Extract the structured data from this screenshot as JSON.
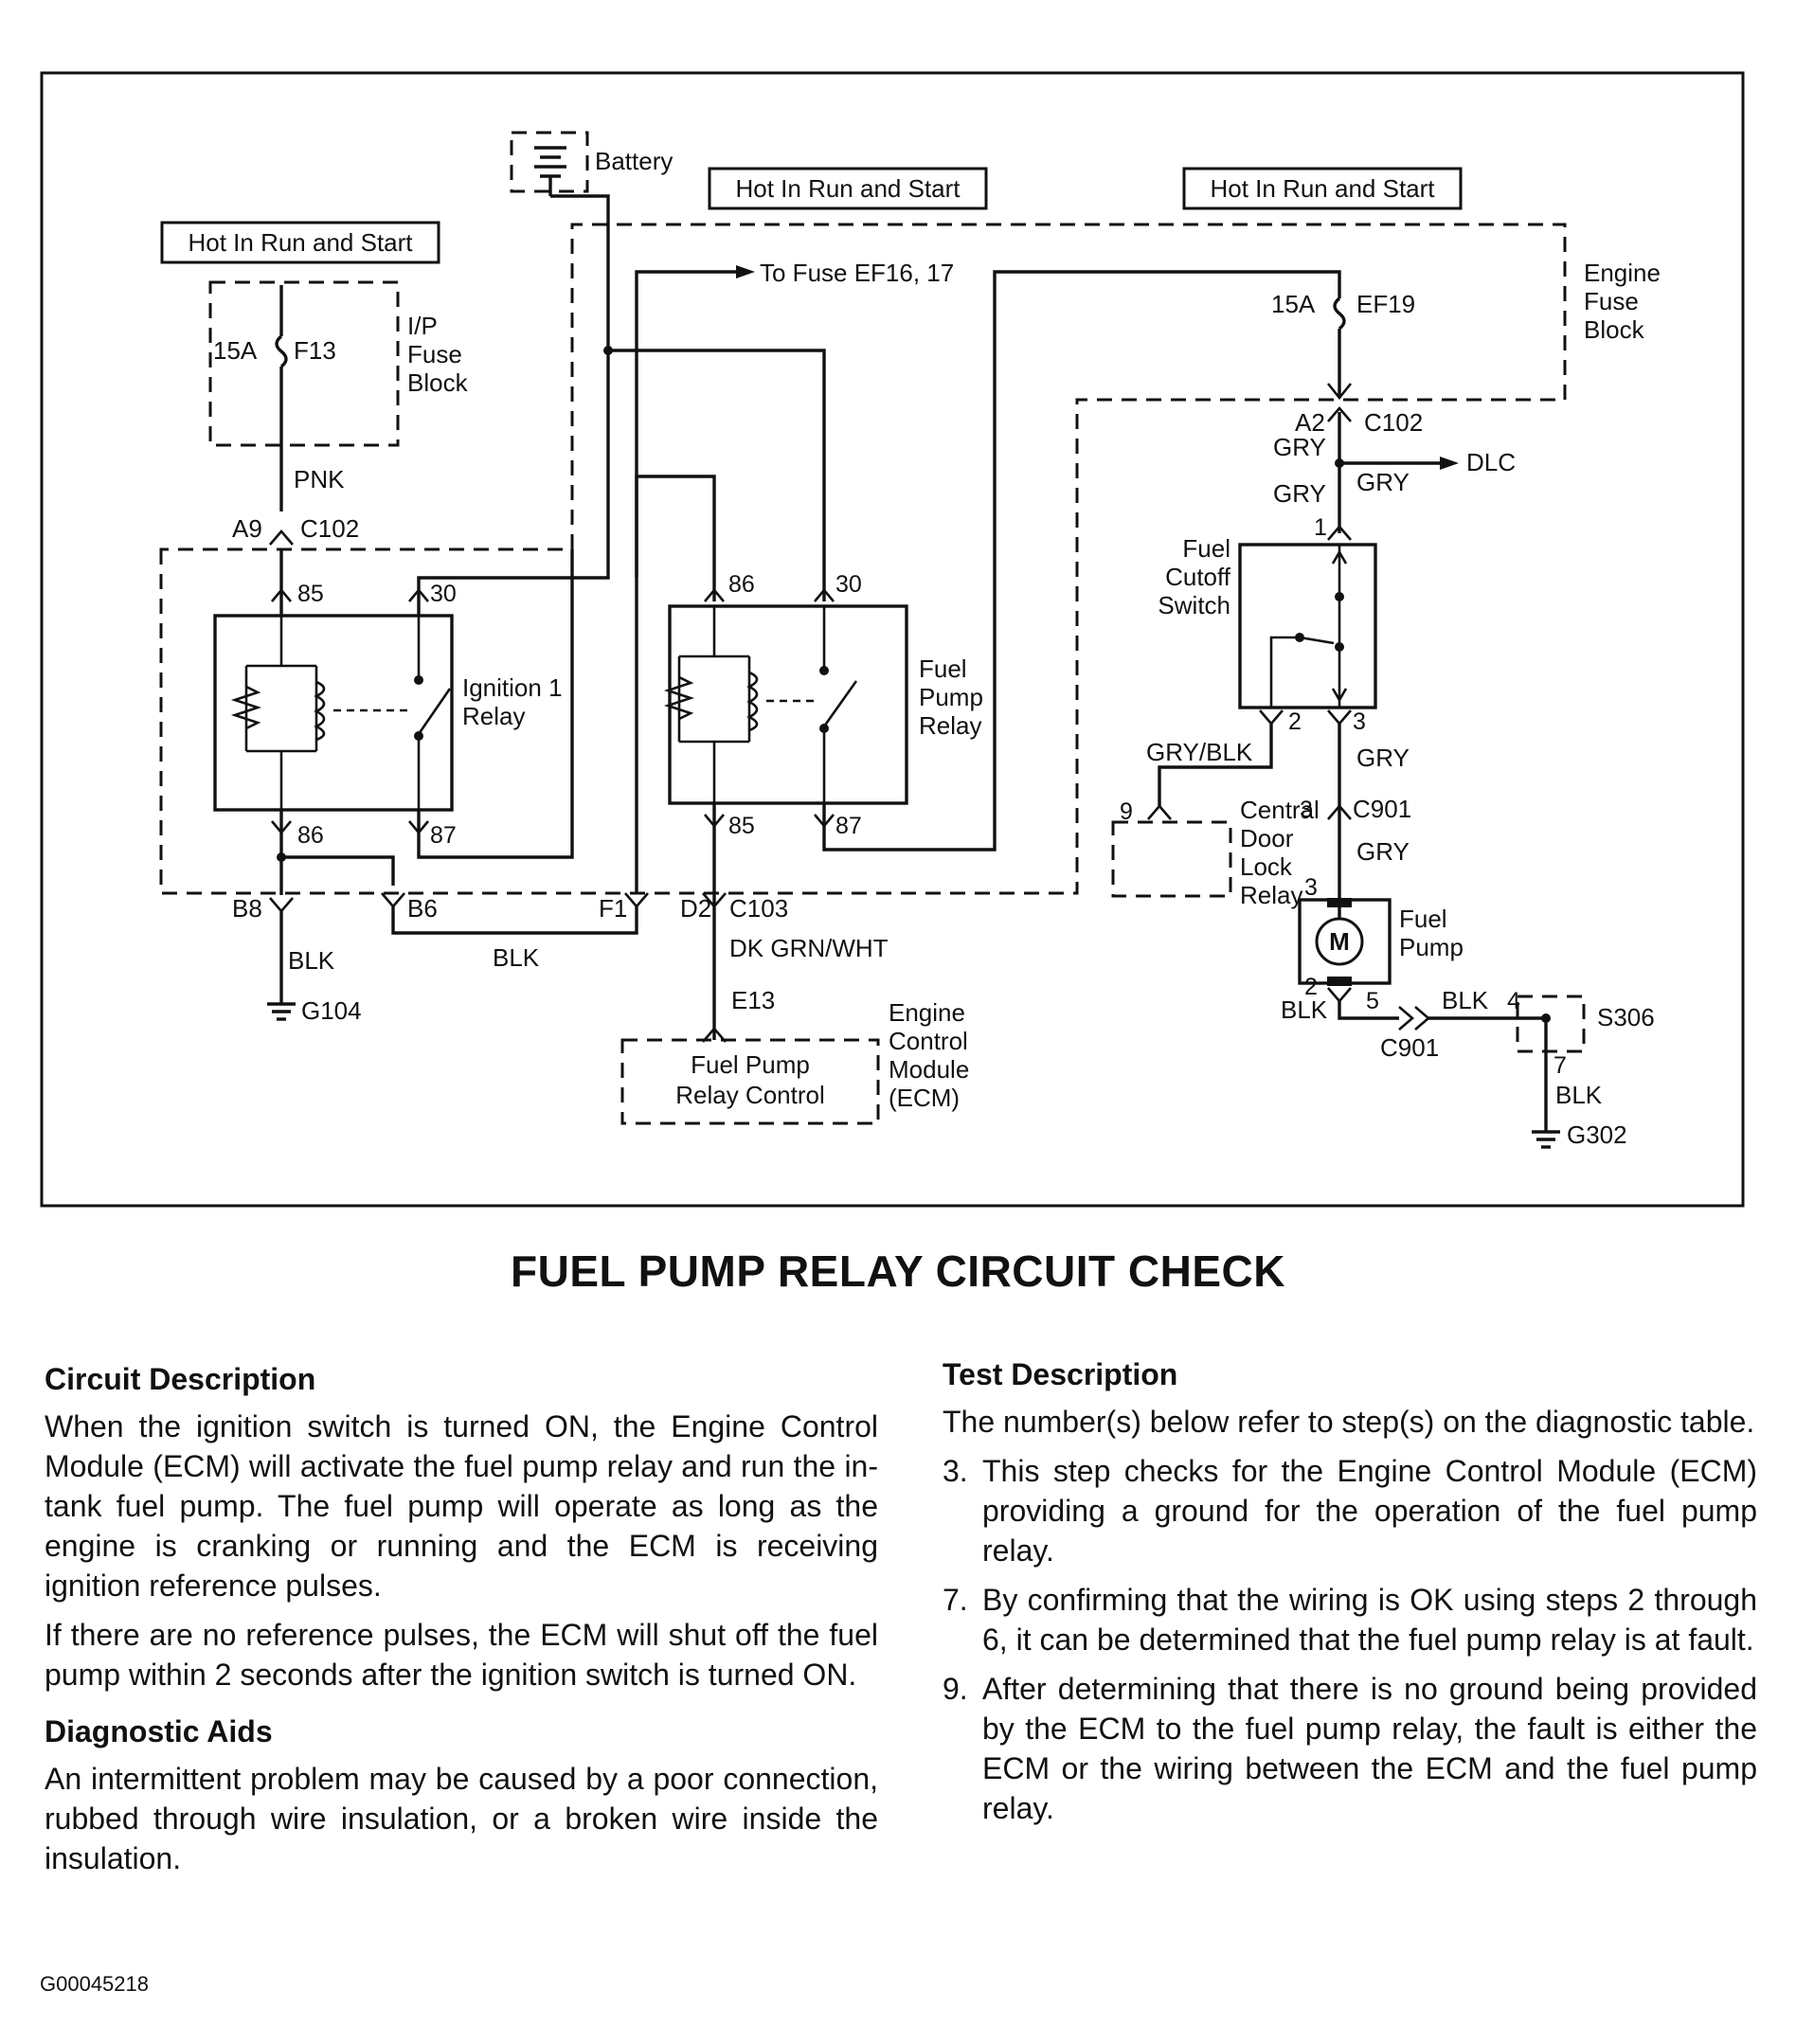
{
  "diagram": {
    "hot_label_left": "Hot In Run and Start",
    "hot_label_mid": "Hot In Run and Start",
    "hot_label_right": "Hot In Run and Start",
    "battery": "Battery",
    "to_fuse": "To Fuse EF16, 17",
    "ip_fuse_block": [
      "I/P",
      "Fuse",
      "Block"
    ],
    "fuse_f13": {
      "rating": "15A",
      "name": "F13"
    },
    "fuse_ef19": {
      "rating": "15A",
      "name": "EF19"
    },
    "engine_fuse_block": [
      "Engine",
      "Fuse",
      "Block"
    ],
    "wire_pnk": "PNK",
    "conn_a9": "A9",
    "conn_c102_left": "C102",
    "conn_a2": "A2",
    "conn_c102_right": "C102",
    "wire_gry_1": "GRY",
    "wire_gry_2": "GRY",
    "wire_gry_3": "GRY",
    "wire_gry_4": "GRY",
    "wire_gry_5": "GRY",
    "dlc": "DLC",
    "ign_relay_label": [
      "Ignition 1",
      "Relay"
    ],
    "fp_relay_label": [
      "Fuel",
      "Pump",
      "Relay"
    ],
    "pin_85_ign": "85",
    "pin_30_ign": "30",
    "pin_86_ign": "86",
    "pin_87_ign": "87",
    "pin_86_fp": "86",
    "pin_30_fp": "30",
    "pin_85_fp": "85",
    "pin_87_fp": "87",
    "conn_b8": "B8",
    "conn_b6": "B6",
    "conn_f1": "F1",
    "conn_d2": "D2",
    "conn_c103": "C103",
    "wire_blk_1": "BLK",
    "wire_blk_2": "BLK",
    "wire_dkgrn": "DK GRN/WHT",
    "ground_g104": "G104",
    "conn_e13": "E13",
    "ecm_inner": [
      "Fuel Pump",
      "Relay Control"
    ],
    "ecm_label": [
      "Engine",
      "Control",
      "Module",
      "(ECM)"
    ],
    "cutoff_label": [
      "Fuel",
      "Cutoff",
      "Switch"
    ],
    "pin_1": "1",
    "pin_2": "2",
    "pin_3": "3",
    "wire_grybLK": "GRY/BLK",
    "pin_9": "9",
    "cdl_label": [
      "Central",
      "Door",
      "Lock",
      "Relay"
    ],
    "pin_3b": "3",
    "conn_c901_a": "C901",
    "pin_3c": "3",
    "motor_m": "M",
    "fuel_pump_label": [
      "Fuel",
      "Pump"
    ],
    "pin_2b": "2",
    "wire_blk_3": "BLK",
    "pin_5": "5",
    "wire_blk_4": "BLK",
    "pin_4": "4",
    "conn_c901_b": "C901",
    "splice_s306": "S306",
    "pin_7": "7",
    "wire_blk_5": "BLK",
    "ground_g302": "G302"
  },
  "title": "FUEL PUMP RELAY CIRCUIT CHECK",
  "circuit_description": {
    "heading": "Circuit Description",
    "paragraphs": [
      "When the ignition switch is turned ON, the Engine Control Module (ECM) will activate the fuel pump relay and run the in-tank fuel pump. The fuel pump will operate as long as the engine is cranking or running and the ECM is receiving ignition reference pulses.",
      "If there are no reference pulses, the ECM will shut off the fuel pump within 2 seconds after the ignition switch is turned ON."
    ]
  },
  "diagnostic_aids": {
    "heading": "Diagnostic Aids",
    "paragraphs": [
      "An intermittent problem may be caused by a poor connection, rubbed through wire insulation, or a broken wire inside the insulation."
    ]
  },
  "test_description": {
    "heading": "Test Description",
    "intro": "The number(s) below refer to step(s) on the diagnostic table.",
    "steps": [
      {
        "num": "3.",
        "text": "This step checks for the Engine Control Module (ECM) providing a ground for the operation of the fuel pump relay."
      },
      {
        "num": "7.",
        "text": "By confirming that the wiring is OK using steps 2 through 6, it can be determined that the fuel pump relay is at fault."
      },
      {
        "num": "9.",
        "text": "After determining that there is no ground being provided by the ECM to the fuel pump relay, the fault is either the ECM or the wiring between the ECM and the fuel pump relay."
      }
    ]
  },
  "figure_id": "G00045218"
}
